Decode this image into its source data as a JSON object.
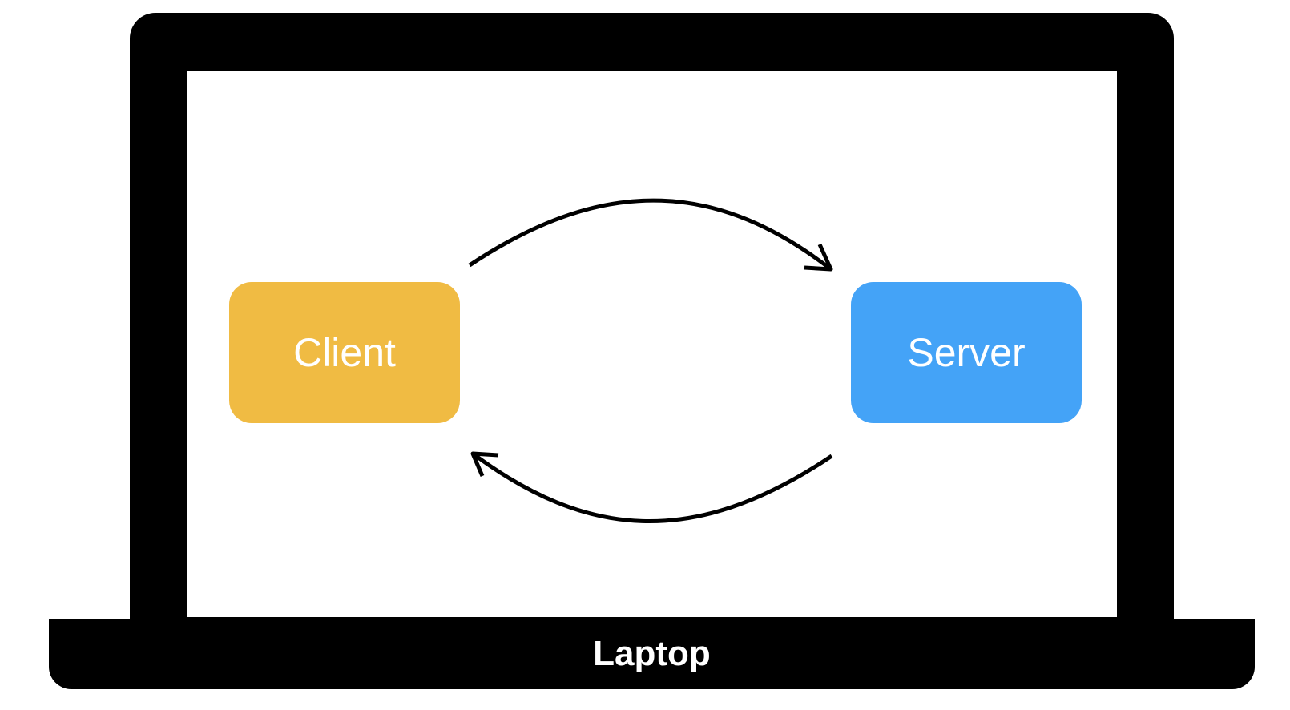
{
  "colors": {
    "client": "#F0BB43",
    "server": "#44A3F7",
    "laptop": "#000000",
    "arrow": "#000000"
  },
  "nodes": {
    "client": {
      "label": "Client"
    },
    "server": {
      "label": "Server"
    }
  },
  "laptop": {
    "label": "Laptop"
  },
  "edges": [
    {
      "from": "client",
      "to": "server"
    },
    {
      "from": "server",
      "to": "client"
    }
  ]
}
